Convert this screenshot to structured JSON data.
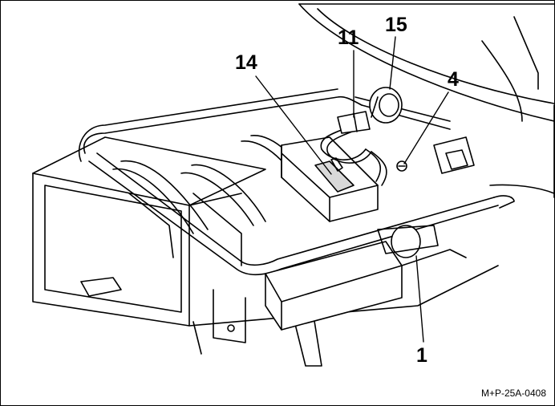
{
  "figure": {
    "callouts": {
      "c1": "1",
      "c4": "4",
      "c11": "11",
      "c14": "14",
      "c15": "15"
    },
    "reference_code": "M+P-25A-0408"
  },
  "colors": {
    "line": "#000000",
    "background": "#ffffff",
    "shade": "#d9d9d9"
  }
}
